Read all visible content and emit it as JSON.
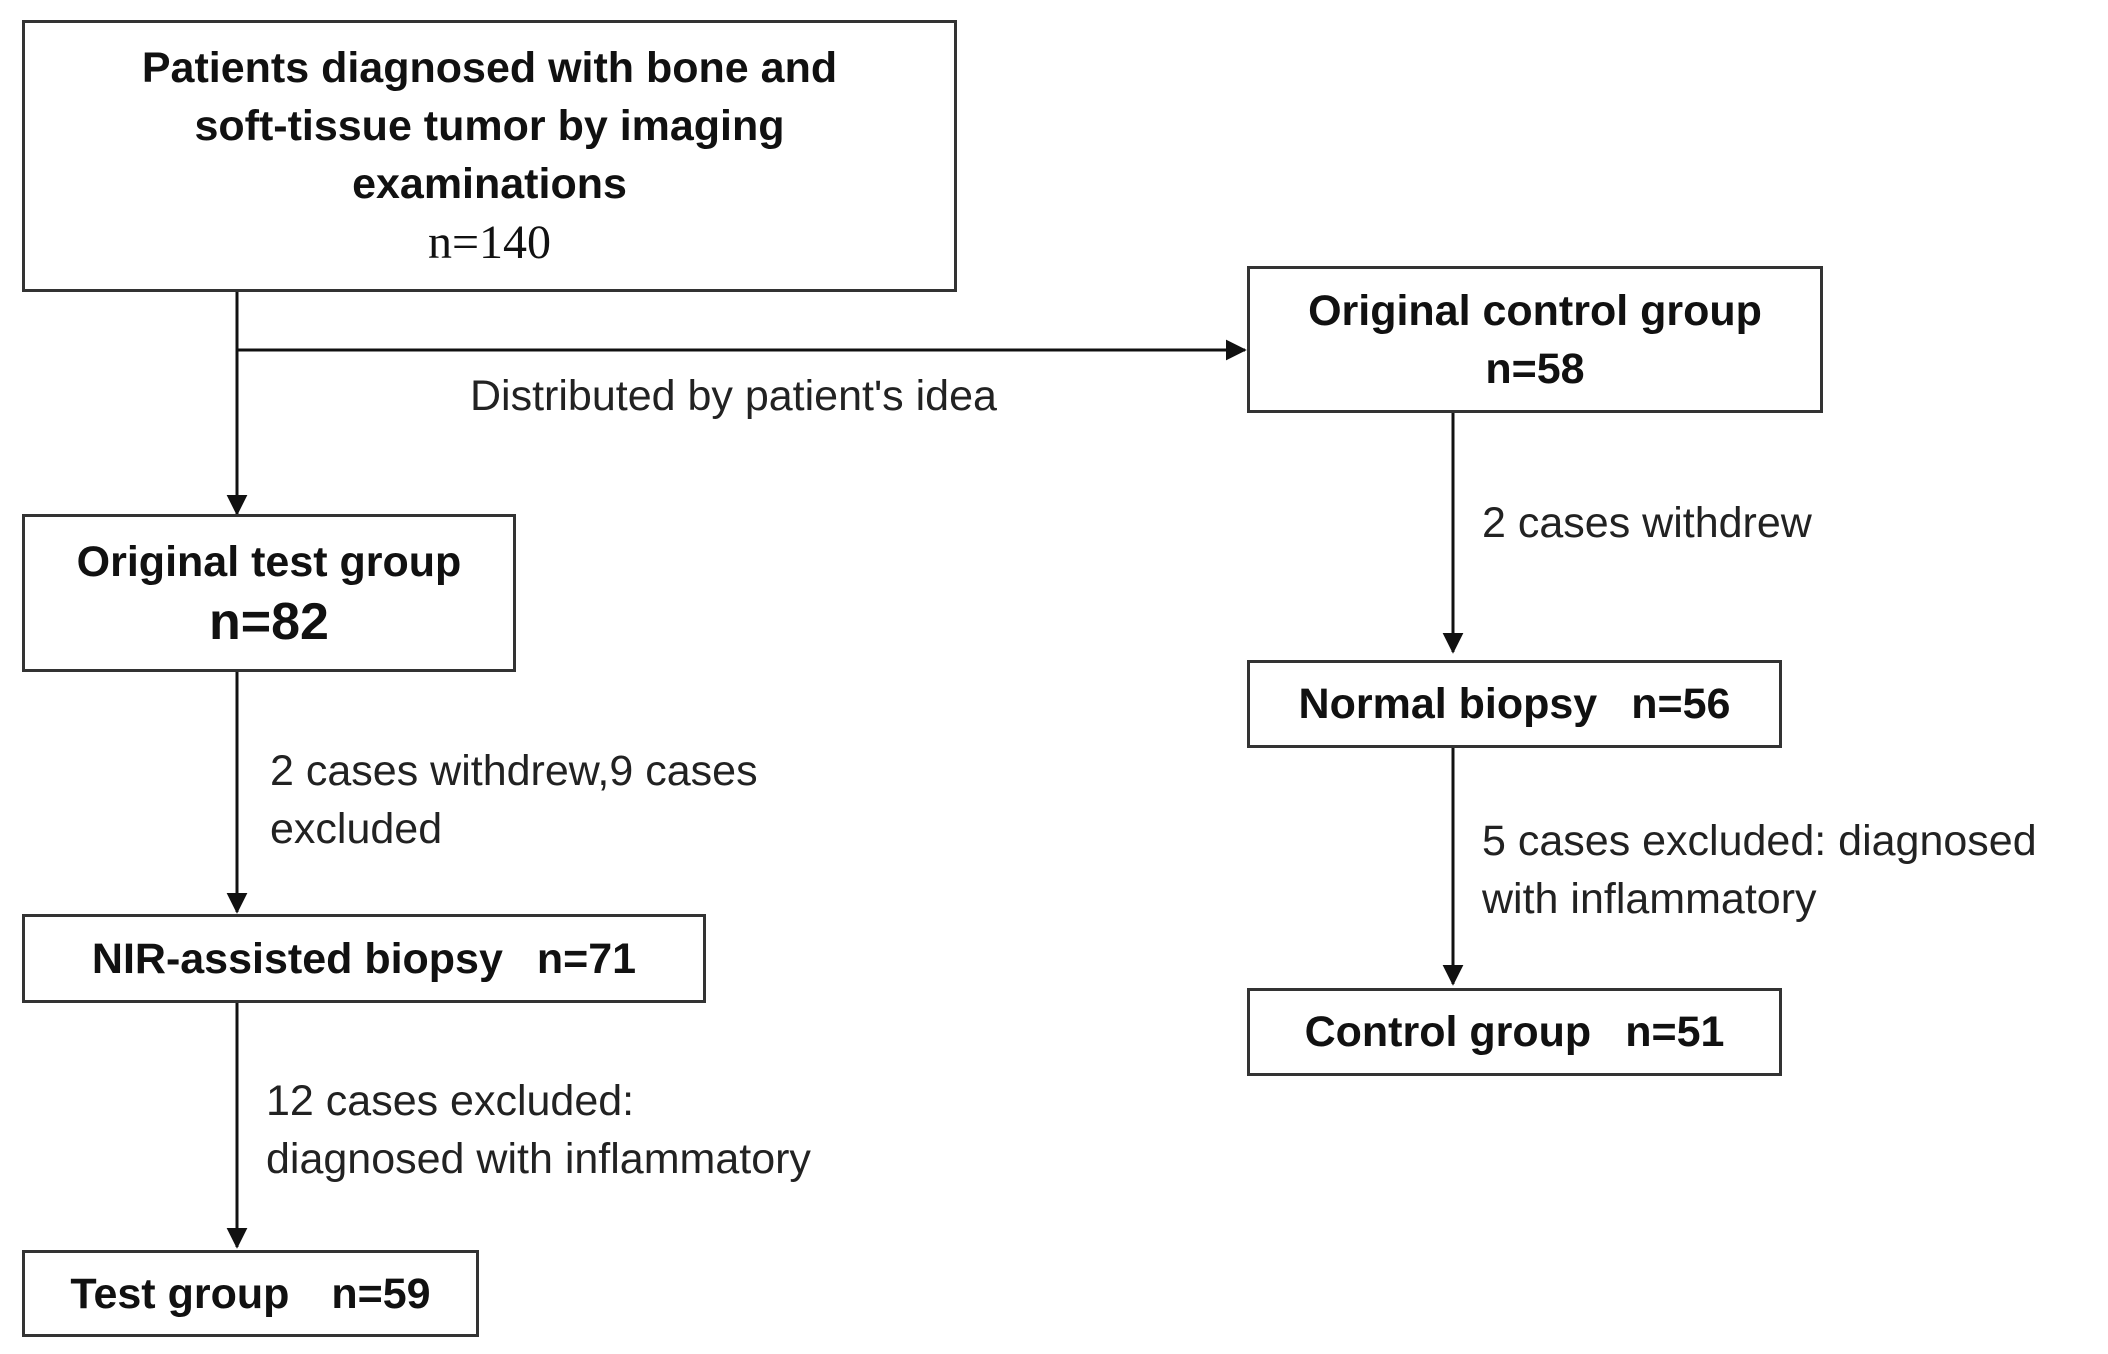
{
  "nodes": {
    "root": {
      "line1": "Patients diagnosed with bone and",
      "line2": "soft-tissue tumor by imaging",
      "line3": "examinations",
      "count": "n=140"
    },
    "orig_test": {
      "title": "Original test group",
      "count": "n=82"
    },
    "orig_control": {
      "title": "Original control group",
      "count": "n=58"
    },
    "nir": {
      "title": "NIR-assisted biopsy",
      "count": "n=71"
    },
    "normal": {
      "title": "Normal biopsy",
      "count": "n=56"
    },
    "test": {
      "title": "Test group",
      "count": "n=59"
    },
    "control": {
      "title": "Control group",
      "count": "n=51"
    }
  },
  "edges": {
    "distribute_label": "Distributed by patient's idea",
    "test_withdrawn": {
      "line1": "2 cases withdrew,9 cases",
      "line2": "excluded"
    },
    "nir_excluded": {
      "line1": "12 cases excluded:",
      "line2": "diagnosed with inflammatory"
    },
    "control_withdrawn": {
      "line1": "2 cases withdrew"
    },
    "normal_excluded": {
      "line1": "5 cases excluded: diagnosed",
      "line2": "with inflammatory"
    }
  },
  "colors": {
    "line": "#111111",
    "border": "#333333",
    "background": "#ffffff"
  }
}
